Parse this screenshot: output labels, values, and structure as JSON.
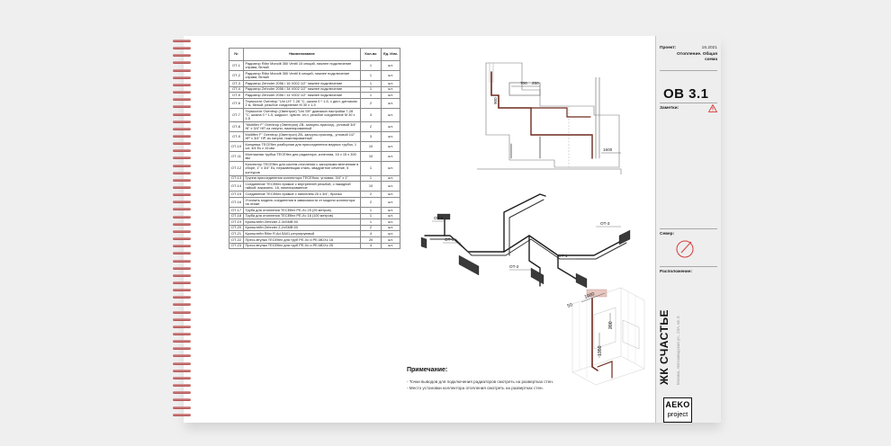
{
  "table": {
    "headers": {
      "num": "№",
      "name": "Наименование",
      "qty": "Кол-во",
      "unit": "Ед. Изм."
    },
    "rows": [
      {
        "code": "ОТ-1",
        "name": "Радиатор Rifar Monolit 350 Ventil 10 секций, нижнее подключение справа, белый",
        "qty": "1",
        "unit": "шт."
      },
      {
        "code": "ОТ-2",
        "name": "Радиатор Rifar Monolit 350 Ventil 6 секций, нижнее подключение справа, белый",
        "qty": "1",
        "unit": "шт."
      },
      {
        "code": "ОТ-3",
        "name": "Радиатор Zehnder 2056 / 16 V002 1/2\" нижнее подключение",
        "qty": "1",
        "unit": "шт."
      },
      {
        "code": "ОТ-4",
        "name": "Радиатор Zehnder 2056 / 34 V002 1/2\" нижнее подключение",
        "qty": "1",
        "unit": "шт."
      },
      {
        "code": "ОТ-5",
        "name": "Радиатор Zehnder 2056 / 14 V002 1/2\" нижнее подключение",
        "qty": "1",
        "unit": "шт."
      },
      {
        "code": "ОТ-6",
        "name": "Термостат Oventrop \"Uni LH\" 7-28 °С, шкала 0 * 1-5, с дист. датчиком 2 м, белый, резьбое соединение М 30 х 1,5",
        "qty": "2",
        "unit": "шт."
      },
      {
        "code": "ОТ-7",
        "name": "Термостат Oventrop (Овентроп) \"Uni SH\" диапазон настройки 7-28 °С, шкала 0 * 1-5, жидкост. чувств. эл-т, резьбое соединение М 30 х 1,5",
        "qty": "3",
        "unit": "шт."
      },
      {
        "code": "ОТ-8",
        "name": "\"Multiflex F\" Oventrop (Овентроп) ZB- запорно-присоед., угловой 3/4\" НГ х 3/4\" НР, из латуни, никелированный",
        "qty": "2",
        "unit": "шт."
      },
      {
        "code": "ОТ-9",
        "name": "Multiflex F\" Oventrop (Овентроп) ZB- запорно-присоед., угловой 1/2\" НР х 3/4\" НР, из латуни, никелированный",
        "qty": "3",
        "unit": "шт."
      },
      {
        "code": "ОТ-10",
        "name": "Концевка TECEflex разборная для присоединения медных трубок, 1 шт, 3/4 Ек х 15 мм",
        "qty": "10",
        "unit": "шт."
      },
      {
        "code": "ОТ-11",
        "name": "Монтажная трубка TECEflex для радиатора, конечная, 16 х 15 х 300 мм",
        "qty": "10",
        "unit": "шт."
      },
      {
        "code": "ОТ-12",
        "name": "Коллектор TECEflex для систем отопления с запорными вентилями в сборе, 1\" х 3/4\" Ек, нержавеющая сталь, квадратное сечение, 5 контуров",
        "qty": "1",
        "unit": "шт."
      },
      {
        "code": "ОТ-13",
        "name": "Группа присоединения коллектора TECEfloor, угловая, 3/4\" х 1\"",
        "qty": "1",
        "unit": "шт."
      },
      {
        "code": "ОТ-14",
        "name": "Соединение TECEflex прямое с внутренней резьбой, с накидной гайкой, вариоинс, 16, никелированное",
        "qty": "10",
        "unit": "шт."
      },
      {
        "code": "ОТ-15",
        "name": "Соединение TECEflex прямое с ниппелем 25 х 3/4\", бронза",
        "qty": "2",
        "unit": "шт."
      },
      {
        "code": "ОТ-16",
        "name": "Уточнить модель соединения в зависимости от модели коллектора на этаже",
        "qty": "2",
        "unit": "шт."
      },
      {
        "code": "ОТ-17",
        "name": "Труба для отопления TECEflex PE-Xc 25 (25 метров)",
        "qty": "1",
        "unit": "шт."
      },
      {
        "code": "ОТ-18",
        "name": "Труба для отопления TECEflex PE-Xc 16 (100 метров)",
        "qty": "1",
        "unit": "шт."
      },
      {
        "code": "ОТ-19",
        "name": "Кронштейн Zehnder Z-3xSMB 50",
        "qty": "1",
        "unit": "шт."
      },
      {
        "code": "ОТ-20",
        "name": "Кронштейн Zehnder Z-2xSMB 50",
        "qty": "2",
        "unit": "шт."
      },
      {
        "code": "ОТ-21",
        "name": "Кронштейн Rifar R.Ad.SA01 регулируемый",
        "qty": "4",
        "unit": "шт."
      },
      {
        "code": "ОТ-22",
        "name": "Пресс-втулка TECEflex для труб PE-Xc и PE-MDXc 16",
        "qty": "20",
        "unit": "шт."
      },
      {
        "code": "ОТ-23",
        "name": "Пресс-втулка TECEflex для труб PE-Xc и PE-MDXc 25",
        "qty": "4",
        "unit": "шт."
      }
    ]
  },
  "notes": {
    "title": "Примечание:",
    "lines": [
      "- Точки выводов для подключения радиаторов смотреть на развертках стен.",
      "- Место установки коллектора отопления смотреть на развертках стен."
    ]
  },
  "drawing": {
    "plan_dims": {
      "d1": "700",
      "d2": "250",
      "d3": "900",
      "d4": "1600"
    },
    "labels": {
      "ot5": "ОТ-5",
      "ot4": "ОТ-4",
      "ot3": "ОТ-3",
      "ot2": "ОТ-2",
      "ot1": "ОТ-1"
    },
    "iso_dims": {
      "d1": "1990",
      "d2": "50",
      "d3": "1350",
      "d4": "200"
    },
    "pipe_color": "#6e2a1e",
    "radiator_color": "#3a3a3a"
  },
  "sidebar": {
    "project_label": "Проект:",
    "project_code": "16.2021",
    "project_title": "Отопление. Общая схема",
    "sheet_code": "ОВ 3.1",
    "notes_label": "Заметки:",
    "north_label": "Север:",
    "location_label": "Расположение:",
    "complex_name": "ЖК СЧАСТЬЕ",
    "address": "Москва, Автозаводская ул., 23А, кв. 5",
    "logo_line1": "AEKO",
    "logo_line2": "project",
    "warning_color": "#d93a3a",
    "north_color": "#d93a3a"
  }
}
